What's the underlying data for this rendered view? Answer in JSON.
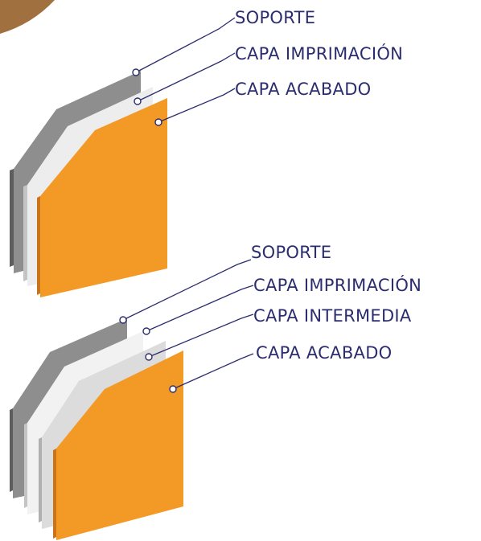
{
  "diagram_top": {
    "labels": [
      "SOPORTE",
      "CAPA IMPRIMACIÓN",
      "CAPA ACABADO"
    ]
  },
  "diagram_bottom": {
    "labels": [
      "SOPORTE",
      "CAPA IMPRIMACIÓN",
      "CAPA INTERMEDIA",
      "CAPA ACABADO"
    ]
  },
  "colors": {
    "label_text": "#2b2d6e",
    "leader_line": "#2b2d6e",
    "support_layer": "#8e8e8e",
    "support_layer_edge": "#5e5e5e",
    "primer_layer": "#ededed",
    "primer_layer_edge": "#c4c4c4",
    "intermediate_layer": "#dcdcdc",
    "intermediate_layer_edge": "#b0b0b0",
    "finish_layer": "#f39a26",
    "finish_layer_edge": "#c9731a",
    "wood_corner": "#a0703f"
  }
}
